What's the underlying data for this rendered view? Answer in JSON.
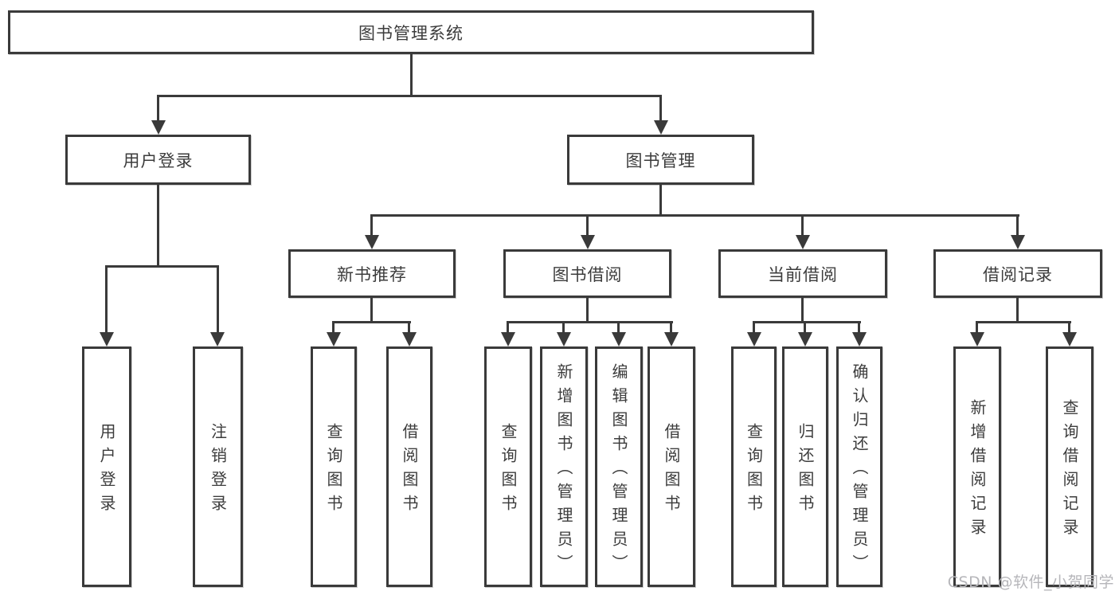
{
  "diagram": {
    "title": "图书管理系统",
    "root": {
      "label": "图书管理系统"
    },
    "user_login": {
      "label": "用户登录",
      "children": [
        "用户登录",
        "注销登录"
      ]
    },
    "book_management": {
      "label": "图书管理",
      "sections": {
        "new_books": {
          "label": "新书推荐",
          "children": [
            "查询图书",
            "借阅图书"
          ]
        },
        "book_borrow": {
          "label": "图书借阅",
          "children": [
            "查询图书",
            "新增图书（管理员）",
            "编辑图书（管理员）",
            "借阅图书"
          ]
        },
        "current_borrow": {
          "label": "当前借阅",
          "children": [
            "查询图书",
            "归还图书",
            "确认归还（管理员）"
          ]
        },
        "borrow_records": {
          "label": "借阅记录",
          "children": [
            "新增借阅记录",
            "查询借阅记录"
          ]
        }
      }
    }
  },
  "watermark": "CSDN @软件_小贺同学",
  "colors": {
    "line": "#3a3a3a",
    "text": "#3c3c3c",
    "background": "#ffffff",
    "watermark": "#b6b6ba"
  }
}
